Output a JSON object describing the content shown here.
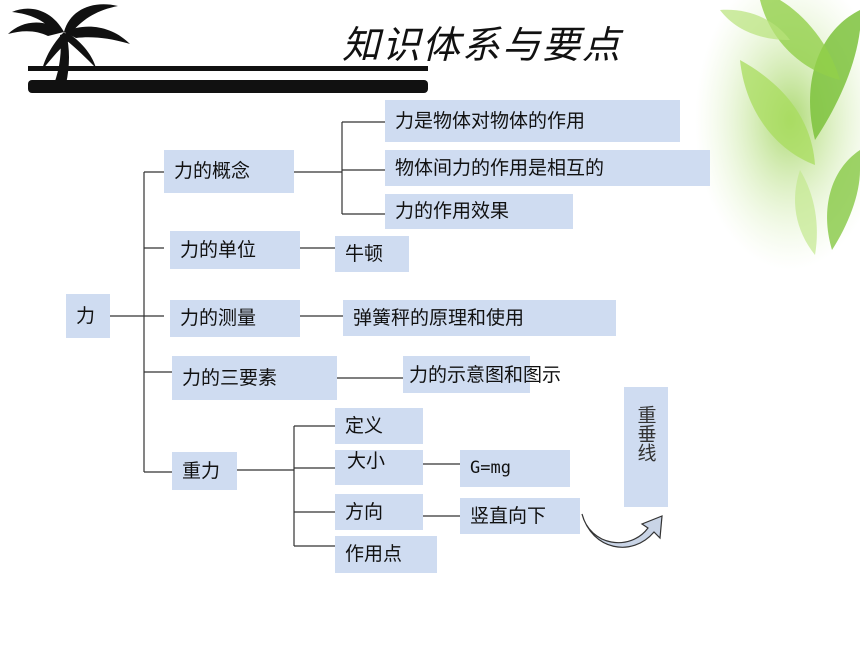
{
  "title": "知识体系与要点",
  "root": "力",
  "nodes": {
    "concept": "力的概念",
    "concept_a": "力是物体对物体的作用",
    "concept_b": "物体间力的作用是相互的",
    "concept_c": "力的作用效果",
    "unit": "力的单位",
    "unit_a": "牛顿",
    "measure": "力的测量",
    "measure_a": "弹簧秤的原理和使用",
    "elements": "力的三要素",
    "elements_a": "力的示意图和图示",
    "gravity": "重力",
    "gravity_def": "定义",
    "gravity_size": "大小",
    "gravity_size_a": "G=mg",
    "gravity_dir": "方向",
    "gravity_dir_a": "竖直向下",
    "gravity_point": "作用点",
    "plumb_line": "重垂线"
  },
  "colors": {
    "box_fill": "#cfdcf1",
    "connector": "#333333"
  }
}
